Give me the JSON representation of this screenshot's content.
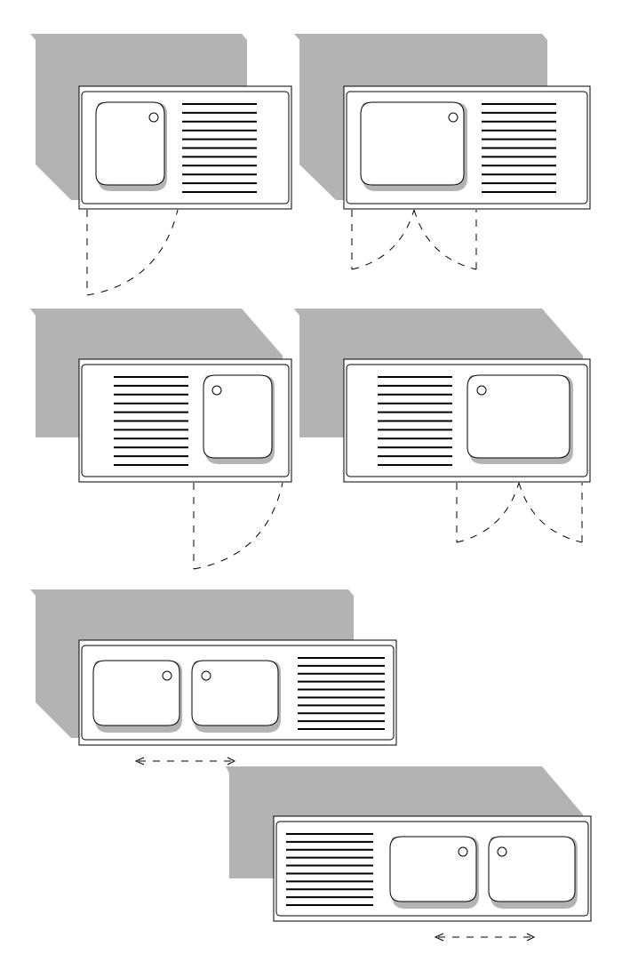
{
  "colors": {
    "shadow": "#b3b3b3",
    "stroke": "#000000",
    "sink_shade": "#b3b3b3",
    "background": "#ffffff"
  },
  "sinks": [
    {
      "id": "sink-1",
      "bowls": 1,
      "bowl_position": "left",
      "bowl_size": "small",
      "door_swing": "single"
    },
    {
      "id": "sink-2",
      "bowls": 1,
      "bowl_position": "left",
      "bowl_size": "large",
      "door_swing": "double"
    },
    {
      "id": "sink-3",
      "bowls": 1,
      "bowl_position": "right",
      "bowl_size": "small",
      "door_swing": "single"
    },
    {
      "id": "sink-4",
      "bowls": 1,
      "bowl_position": "right",
      "bowl_size": "large",
      "door_swing": "double"
    },
    {
      "id": "sink-5",
      "bowls": 2,
      "bowl_position": "left",
      "bowl_size": "small",
      "door_swing": "sliding"
    },
    {
      "id": "sink-6",
      "bowls": 2,
      "bowl_position": "right",
      "bowl_size": "small",
      "door_swing": "sliding"
    }
  ]
}
